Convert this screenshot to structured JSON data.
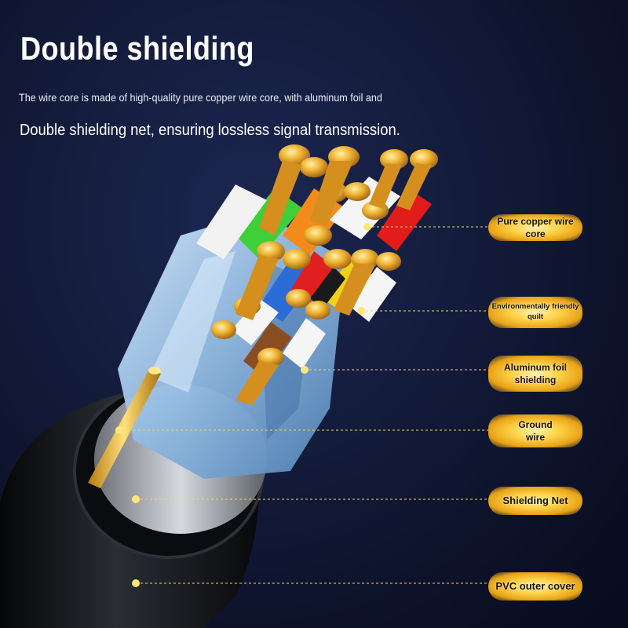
{
  "heading": "Double shielding",
  "description": {
    "line1": "The wire core is made of high-quality pure copper wire core, with aluminum foil and",
    "line2": "Double shielding net, ensuring lossless signal transmission."
  },
  "callouts": [
    {
      "label": "Pure copper wire core"
    },
    {
      "label": "Environmentally friendly quilt",
      "lines": [
        "Environmentally friendly",
        "quilt"
      ]
    },
    {
      "label": "Aluminum foil shielding",
      "lines": [
        "Aluminum foil",
        "shielding"
      ]
    },
    {
      "label": "Ground wire",
      "lines": [
        "Ground",
        "wire"
      ]
    },
    {
      "label": "Shielding Net"
    },
    {
      "label": "PVC outer cover"
    }
  ],
  "colors": {
    "background": "#0c1128",
    "copper": "#e8a62a",
    "callout_gold": "#ffd34a",
    "leader_line": "#f3d36a",
    "foil_blue": "#9fc6ea",
    "jacket": "#111318"
  }
}
